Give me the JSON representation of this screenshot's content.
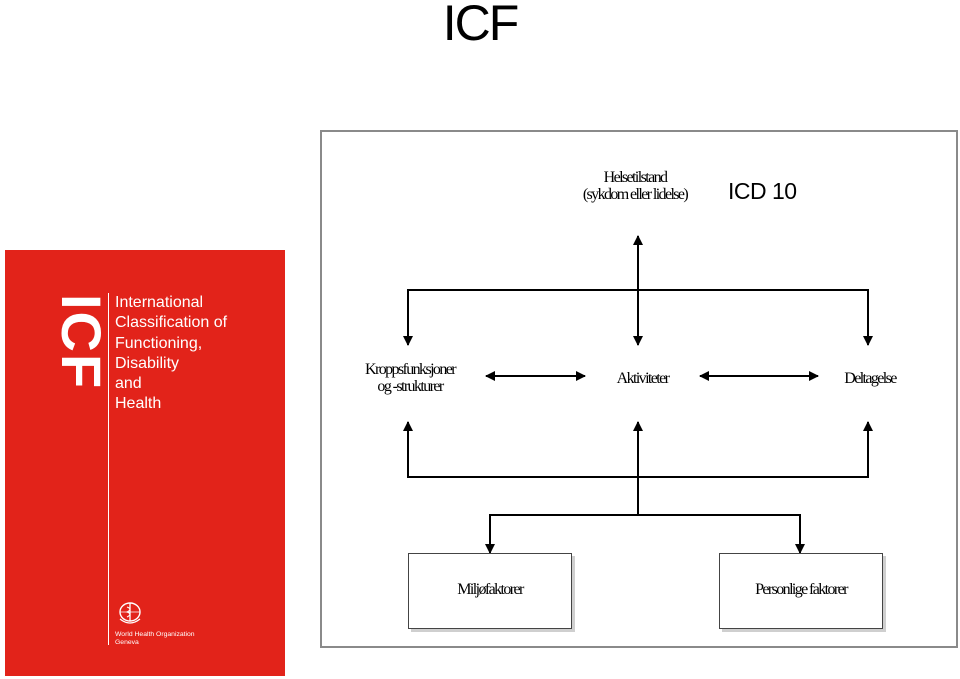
{
  "page_title": "ICF",
  "book_cover": {
    "logo": "ICF",
    "title_lines": [
      "International",
      "Classification of",
      "Functioning,",
      "Disability",
      "and",
      "Health"
    ],
    "publisher_lines": [
      "World Health Organization",
      "Geneva"
    ],
    "color": "#e2231a"
  },
  "diagram": {
    "health_condition": [
      "Helsetilstand",
      "(sykdom eller lidelse)"
    ],
    "icd_label": "ICD 10",
    "body_functions": [
      "Kroppsfunksjoner",
      "og -strukturer"
    ],
    "activities": "Aktiviteter",
    "participation": "Deltagelse",
    "environmental_factors": "Miljøfaktorer",
    "personal_factors": "Personlige faktorer"
  }
}
